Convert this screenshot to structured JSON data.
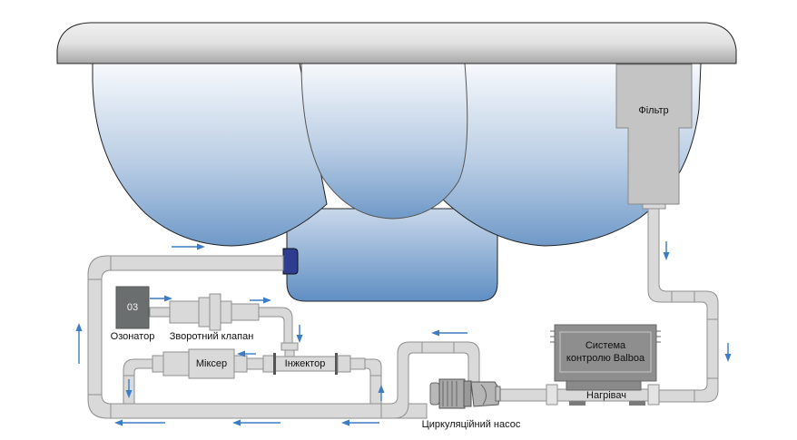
{
  "diagram": {
    "title": "",
    "components": {
      "filter": "Фільтр",
      "ozonator_symbol": "03",
      "ozonator": "Озонатор",
      "check_valve": "Зворотний клапан",
      "mixer": "Міксер",
      "injector": "Інжектор",
      "control_system_line1": "Система",
      "control_system_line2": "контролю Balboa",
      "heater": "Нагрівач",
      "pump": "Циркуляційний насос"
    },
    "colors": {
      "water_top": "#f5f8fc",
      "water_bottom": "#6f99c8",
      "pipe": "#d9d9d9",
      "pipe_stroke": "#8f8f8f",
      "arrow": "#3b7cc4",
      "ozonator": "#6b6e6e",
      "control_box": "#8e8e8e",
      "jet_fitting": "#2e3d8f",
      "filter": "#c4c4c4",
      "rim_top": "#ededed",
      "rim_bottom": "#a9a9a9"
    },
    "flow_arrows": [
      {
        "segment": "top-return-line",
        "direction": "right"
      },
      {
        "segment": "ozonator-outlet",
        "direction": "right"
      },
      {
        "segment": "check-valve-outlet",
        "direction": "right"
      },
      {
        "segment": "ozone-drop-to-injector",
        "direction": "down"
      },
      {
        "segment": "injector-to-mixer",
        "direction": "left"
      },
      {
        "segment": "mixer-drop",
        "direction": "down"
      },
      {
        "segment": "injector-riser",
        "direction": "up"
      },
      {
        "segment": "bottom-line-left",
        "direction": "left"
      },
      {
        "segment": "bottom-line-middle",
        "direction": "left"
      },
      {
        "segment": "bottom-line-right",
        "direction": "left"
      },
      {
        "segment": "left-riser",
        "direction": "up"
      },
      {
        "segment": "pump-outlet-loop",
        "direction": "left"
      },
      {
        "segment": "filter-outlet",
        "direction": "down"
      },
      {
        "segment": "right-drop-to-heater",
        "direction": "down"
      }
    ]
  }
}
